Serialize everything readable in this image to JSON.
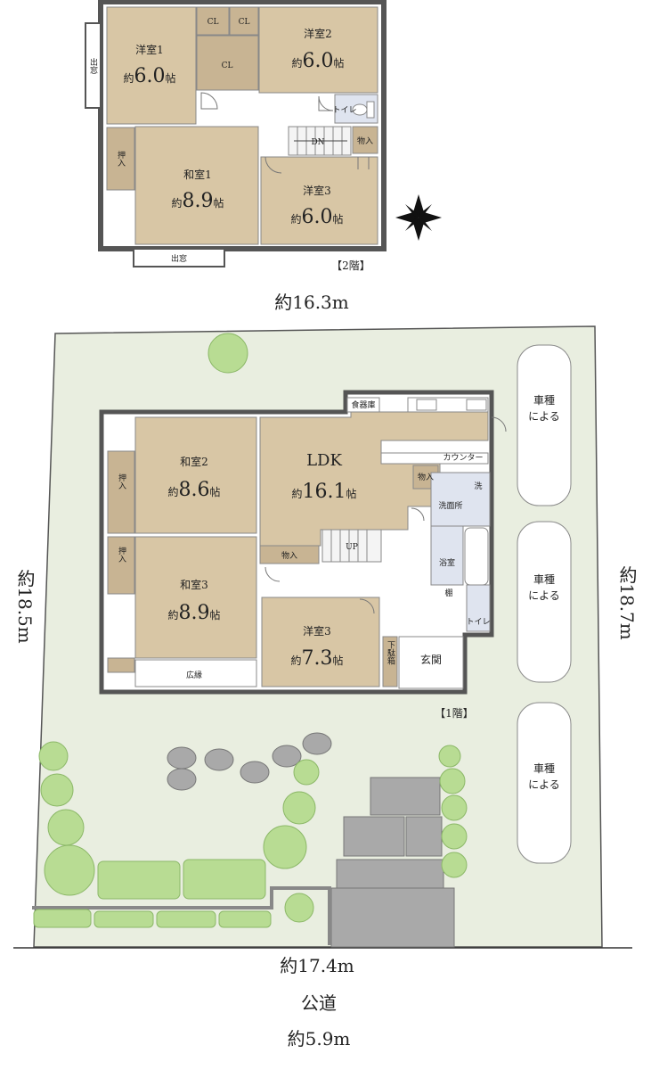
{
  "floor2": {
    "level_label": "【2階】",
    "width_label": "約16.3m",
    "rooms": {
      "yoshitsu1": {
        "name": "洋室1",
        "size_prefix": "約",
        "size_value": "6.0",
        "size_unit": "帖"
      },
      "yoshitsu2": {
        "name": "洋室2",
        "size_prefix": "約",
        "size_value": "6.0",
        "size_unit": "帖"
      },
      "washitsu1": {
        "name": "和室1",
        "size_prefix": "約",
        "size_value": "8.9",
        "size_unit": "帖"
      },
      "yoshitsu3": {
        "name": "洋室3",
        "size_prefix": "約",
        "size_value": "6.0",
        "size_unit": "帖"
      }
    },
    "labels": {
      "cl_a": "CL",
      "cl_b": "CL",
      "cl_c": "CL",
      "demado_side": "出窓",
      "demado_bottom": "出窓",
      "oshiire": "押入",
      "toilet": "トイレ",
      "dn": "DN",
      "monoire": "物入"
    }
  },
  "floor1": {
    "level_label": "【1階】",
    "rooms": {
      "washitsu2": {
        "name": "和室2",
        "size_prefix": "約",
        "size_value": "8.6",
        "size_unit": "帖"
      },
      "washitsu3": {
        "name": "和室3",
        "size_prefix": "約",
        "size_value": "8.9",
        "size_unit": "帖"
      },
      "ldk": {
        "name": "LDK",
        "size_prefix": "約",
        "size_value": "16.1",
        "size_unit": "帖"
      },
      "yoshitsu3": {
        "name": "洋室3",
        "size_prefix": "約",
        "size_value": "7.3",
        "size_unit": "帖"
      }
    },
    "labels": {
      "shokkidana": "食器庫",
      "counter": "カウンター",
      "monoire_a": "物入",
      "monoire_b": "物入",
      "senmenjo": "洗面所",
      "sen": "洗",
      "yokushitsu": "浴室",
      "tana": "棚",
      "toilet": "トイレ",
      "genkan": "玄関",
      "getabako": "下駄箱",
      "up": "UP",
      "oshiire_a": "押入",
      "oshiire_b": "押入",
      "hiroen": "広縁"
    }
  },
  "site": {
    "left_dim": "約18.5m",
    "right_dim": "約18.7m",
    "bottom_dim": "約17.4m",
    "road_label": "公道",
    "road_width": "約5.9m",
    "parking": [
      {
        "line1": "車種",
        "line2": "による"
      },
      {
        "line1": "車種",
        "line2": "による"
      },
      {
        "line1": "車種",
        "line2": "による"
      }
    ]
  },
  "colors": {
    "room_fill": "#d8c6a5",
    "closet_fill": "#c8b493",
    "wet_fill": "#dfe4ef",
    "site_fill": "#e9eee0",
    "tree_fill": "#b8dc93",
    "wall": "#6e6e6e",
    "paving": "#a9a9a9"
  }
}
